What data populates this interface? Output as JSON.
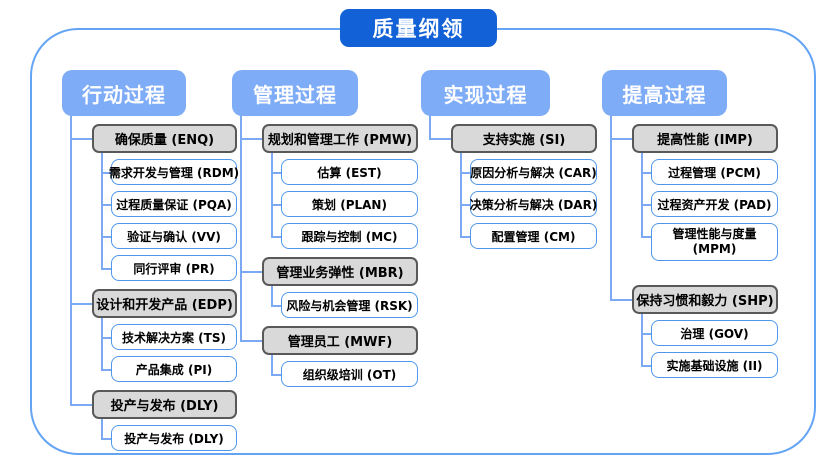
{
  "title": "质量纲领",
  "columns": [
    {
      "header": "行动过程",
      "groups": [
        {
          "label": "确保质量 (ENQ)",
          "children": [
            "需求开发与管理 (RDM)",
            "过程质量保证 (PQA)",
            "验证与确认 (VV)",
            "同行评审 (PR)"
          ]
        },
        {
          "label": "设计和开发产品 (EDP)",
          "children": [
            "技术解决方案 (TS)",
            "产品集成 (PI)"
          ]
        },
        {
          "label": "投产与发布 (DLY)",
          "children": [
            "投产与发布 (DLY)"
          ]
        }
      ]
    },
    {
      "header": "管理过程",
      "groups": [
        {
          "label": "规划和管理工作 (PMW)",
          "children": [
            "估算 (EST)",
            "策划 (PLAN)",
            "跟踪与控制 (MC)"
          ]
        },
        {
          "label": "管理业务弹性 (MBR)",
          "children": [
            "风险与机会管理 (RSK)"
          ]
        },
        {
          "label": "管理员工 (MWF)",
          "children": [
            "组织级培训 (OT)"
          ]
        }
      ]
    },
    {
      "header": "实现过程",
      "groups": [
        {
          "label": "支持实施 (SI)",
          "children": [
            "原因分析与解决 (CAR)",
            "决策分析与解决 (DAR)",
            "配置管理 (CM)"
          ]
        }
      ]
    },
    {
      "header": "提高过程",
      "groups": [
        {
          "label": "提高性能 (IMP)",
          "children": [
            "过程管理 (PCM)",
            "过程资产开发 (PAD)",
            {
              "label": "管理性能与度量 (MPM)",
              "wrap": true
            }
          ]
        },
        {
          "label": "保持习惯和毅力 (SHP)",
          "extra_gap": true,
          "children": [
            "治理 (GOV)",
            "实施基础设施 (II)"
          ]
        }
      ]
    }
  ],
  "colors": {
    "title_blue": "#1261d6",
    "header_blue": "#7facf6",
    "line_blue": "#7ca9f3",
    "node_border_blue": "#4f97ea",
    "gray_fill": "#d9d9d9",
    "gray_border": "#595959",
    "frame_border": "#64a4f4"
  }
}
